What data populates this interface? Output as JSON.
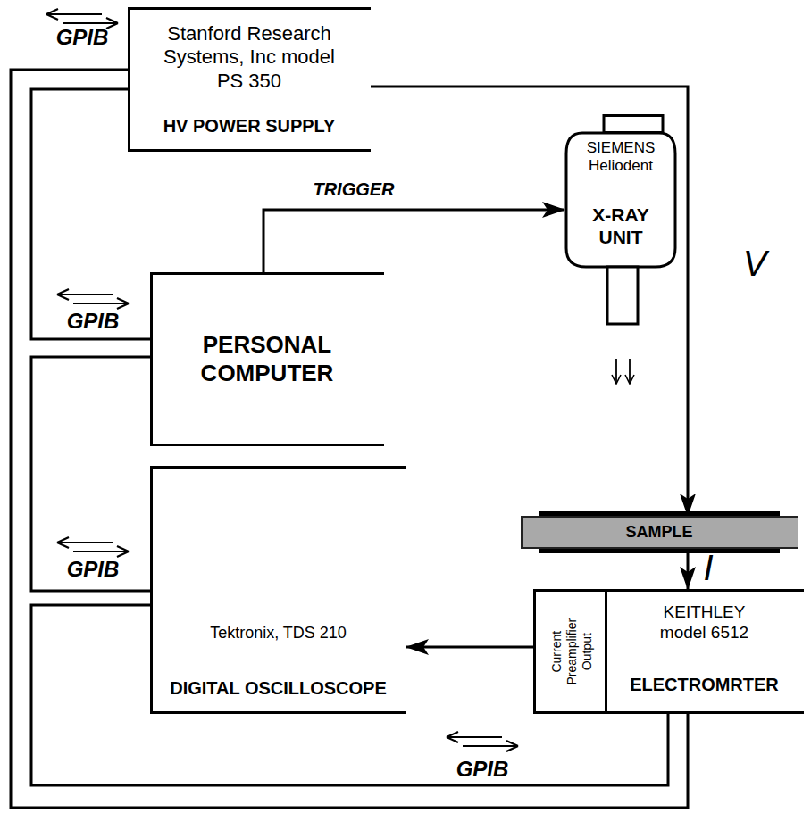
{
  "diagram": {
    "nodes": [
      {
        "text": [
          "Stanford Research Systems, Inc model PS 350",
          "HV POWER SUPPLY"
        ]
      },
      {
        "text": [
          "SIEMENS Heliodent",
          "X-RAY UNIT"
        ]
      },
      {
        "text": [
          "PERSONAL COMPUTER"
        ]
      },
      {
        "text": [
          "SAMPLE"
        ]
      },
      {
        "text": [
          "Tektronix, TDS 210",
          "DIGITAL OSCILLOSCOPE"
        ]
      },
      {
        "text": [
          "KEITHLEY model 6512",
          "ELECTROMRTER"
        ]
      },
      {
        "text": [
          "Current Preamplifier Output"
        ],
        "in": 5
      }
    ],
    "edges": [
      {
        "from": 2,
        "to": 1,
        "arrow": "to",
        "label": "TRIGGER"
      },
      {
        "from": 0,
        "to": 3,
        "arrow": "to",
        "label": "V"
      },
      {
        "from": 3,
        "to": 5,
        "arrow": "to",
        "label": "I"
      },
      {
        "from": 6,
        "to": 4,
        "arrow": "to"
      },
      {
        "from": 0,
        "to": 2,
        "arrow": "none"
      },
      {
        "from": 2,
        "to": 4,
        "arrow": "none"
      },
      {
        "from": 4,
        "to": 5,
        "arrow": "none"
      },
      {
        "from": 0,
        "to": 5,
        "arrow": "none"
      }
    ],
    "labels": [
      "GPIB",
      "GPIB",
      "GPIB",
      "GPIB"
    ]
  }
}
